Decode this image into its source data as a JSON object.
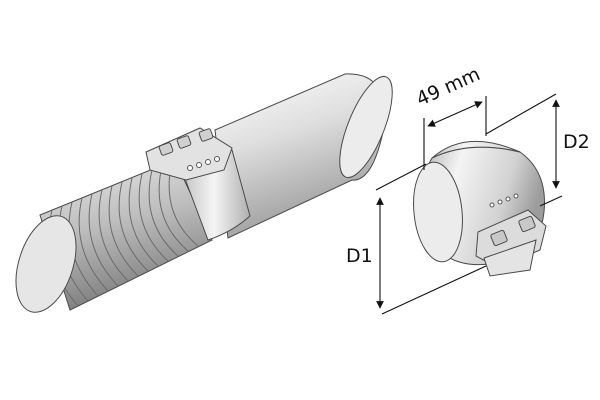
{
  "labels": {
    "width_label": "49 mm",
    "d1_label": "D1",
    "d2_label": "D2"
  },
  "colors": {
    "outline": "#4a4a4a",
    "dimension": "#111111",
    "metal_light": "#f1f1f1",
    "metal_mid": "#c9c9c9",
    "metal_dark": "#8e8e8e"
  }
}
